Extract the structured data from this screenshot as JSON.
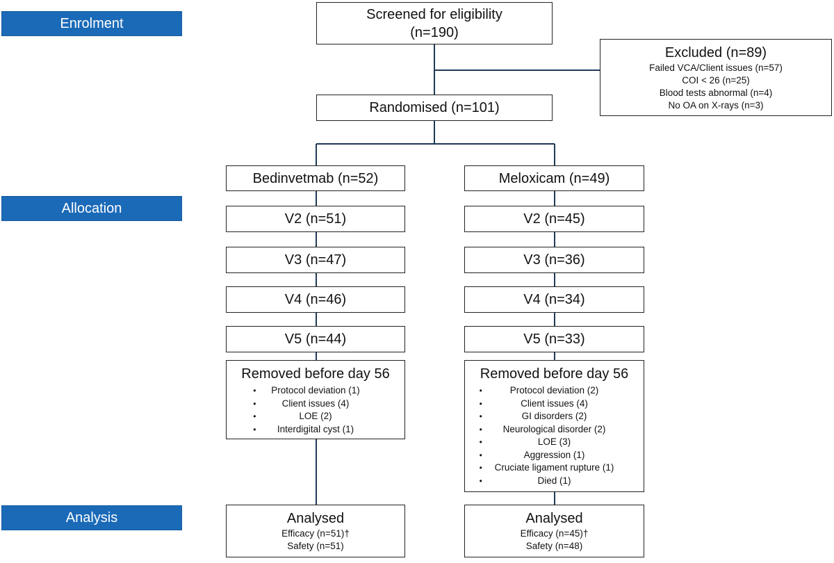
{
  "stages": {
    "enrolment": "Enrolment",
    "allocation": "Allocation",
    "analysis": "Analysis"
  },
  "screened": {
    "title": "Screened for eligibility",
    "count": "(n=190)"
  },
  "excluded": {
    "title": "Excluded (n=89)",
    "reasons": [
      "Failed VCA/Client issues (n=57)",
      "COI < 26 (n=25)",
      "Blood tests abnormal (n=4)",
      "No OA on X-rays (n=3)"
    ]
  },
  "randomised": "Randomised (n=101)",
  "arms": {
    "bedinvetmab": {
      "label": "Bedinvetmab (n=52)",
      "visits": [
        "V2 (n=51)",
        "V3 (n=47)",
        "V4 (n=46)",
        "V5 (n=44)"
      ],
      "removed_title": "Removed before day 56",
      "removed": [
        "Protocol deviation (1)",
        "Client issues (4)",
        "LOE (2)",
        "Interdigital cyst (1)"
      ],
      "analysed_title": "Analysed",
      "efficacy": "Efficacy (n=51)†",
      "safety": "Safety (n=51)"
    },
    "meloxicam": {
      "label": "Meloxicam (n=49)",
      "visits": [
        "V2 (n=45)",
        "V3 (n=36)",
        "V4 (n=34)",
        "V5 (n=33)"
      ],
      "removed_title": "Removed before day 56",
      "removed": [
        "Protocol deviation (2)",
        "Client issues (4)",
        "GI disorders (2)",
        "Neurological disorder (2)",
        "LOE (3)",
        "Aggression (1)",
        "Cruciate ligament rupture (1)",
        "Died (1)"
      ],
      "analysed_title": "Analysed",
      "efficacy": "Efficacy (n=45)†",
      "safety": "Safety (n=48)"
    }
  },
  "colors": {
    "stage_fill": "#1b6ab8",
    "line": "#1f3a56",
    "box_border": "#222222"
  }
}
